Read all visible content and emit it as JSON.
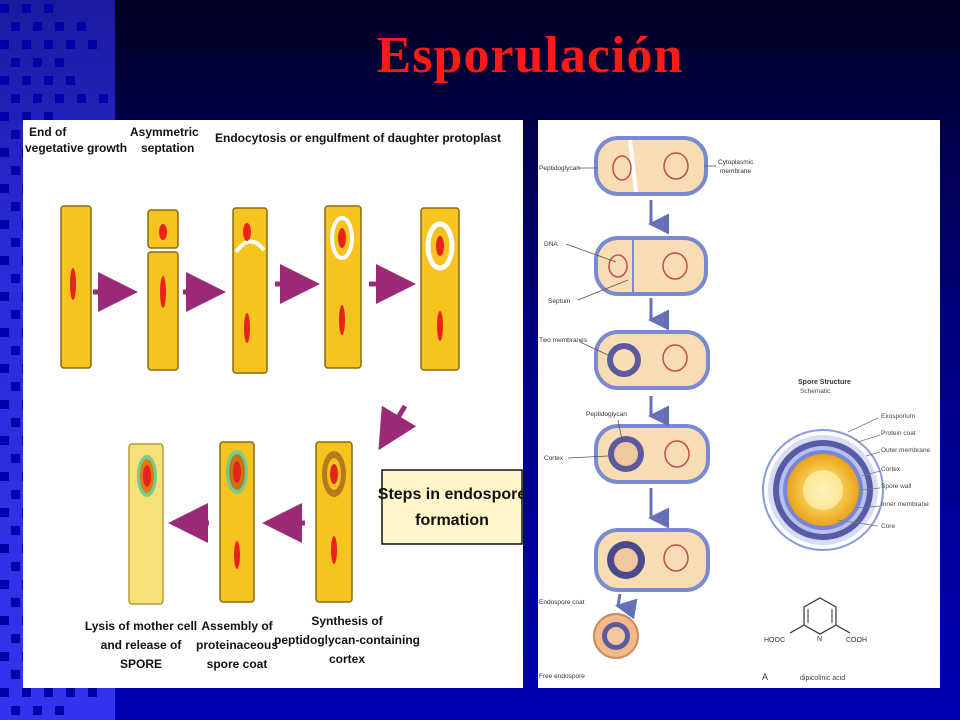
{
  "slide": {
    "title": "Esporulación",
    "title_color": "#ff1a1a",
    "background_color": "#000080"
  },
  "left_panel": {
    "labels": {
      "end_of": "End of",
      "vegetative_growth": "vegetative growth",
      "asymmetric": "Asymmetric",
      "septation": "septation",
      "endocytosis": "Endocytosis or engulfment of daughter protoplast",
      "steps_1": "Steps in endospore",
      "steps_2": "formation",
      "lysis_1": "Lysis of mother cell",
      "lysis_2": "and release of",
      "lysis_3": "SPORE",
      "assembly_1": "Assembly of",
      "assembly_2": "proteinaceous",
      "assembly_3": "spore coat",
      "synthesis_1": "Synthesis of",
      "synthesis_2": "peptidoglycan-containing",
      "synthesis_3": "cortex"
    },
    "cell_fill": "#f7c41f",
    "nucleoid_color": "#e8231c",
    "arrow_color": "#9b2a78"
  },
  "right_panel": {
    "labels": {
      "peptidoglycan_top": "Peptidoglycan",
      "cytoplasmic": "Cytoplasmic",
      "membrane": "membrane",
      "dna": "DNA",
      "septum": "Septum",
      "two_membranes": "Two membranes",
      "peptidoglycan_mid": "Peptidoglycan",
      "cortex": "Cortex",
      "endospore_coat": "Endospore coat",
      "free_endospore": "Free endospore"
    },
    "spore_structure": {
      "title": "Spore Structure",
      "subtitle": "Schematic",
      "layers": [
        "Exosporium",
        "Protein coat",
        "Outer membrane",
        "Cortex",
        "Spore wall",
        "Inner membrane",
        "Core"
      ]
    },
    "dipicolinic": {
      "left": "HOOC",
      "right": "COOH",
      "n": "N",
      "caption": "dipicolinic acid",
      "letter": "A"
    }
  }
}
